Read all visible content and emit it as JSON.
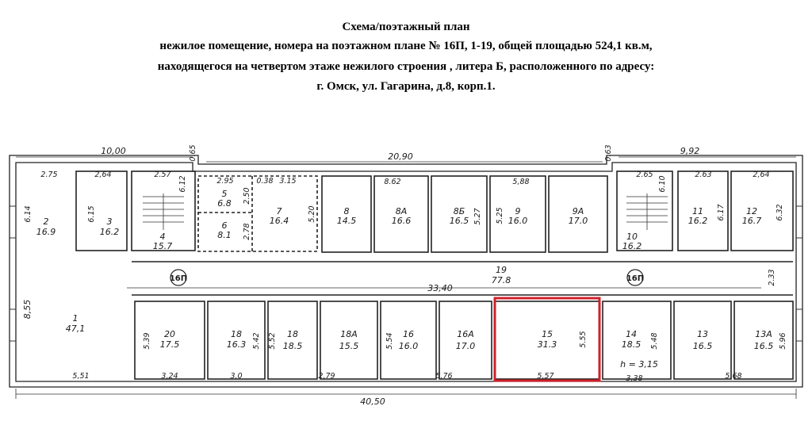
{
  "title": {
    "line1": "Схема/поэтажный план",
    "line2": "нежилое помещение, номера на поэтажном плане № 16П, 1-19, общей площадью 524,1 кв.м,",
    "line3": "находящегося на четвертом этаже нежилого строения , литера Б, расположенного по адресу:",
    "line4": "г. Омск, ул. Гагарина, д.8, корп.1."
  },
  "overall_dims": {
    "top_left": "10,00",
    "top_mid": "20,90",
    "top_right": "9,92",
    "bottom": "40,50",
    "corridor": "33,40",
    "left_side": "8,55"
  },
  "premise_label": "16П",
  "ceiling_height": "h = 3,15",
  "highlight_color": "#d0202a",
  "rooms": {
    "r2": {
      "num": "2",
      "area": "16.9"
    },
    "r3": {
      "num": "3",
      "area": "16.2"
    },
    "r4": {
      "num": "4",
      "area": "15.7"
    },
    "r5": {
      "num": "5",
      "area": "6.8"
    },
    "r6": {
      "num": "6",
      "area": "8.1"
    },
    "r7": {
      "num": "7",
      "area": "16.4"
    },
    "r8": {
      "num": "8",
      "area": "14.5"
    },
    "r8a": {
      "num": "8А",
      "area": "16.6"
    },
    "r8b": {
      "num": "8Б",
      "area": "16.5"
    },
    "r9": {
      "num": "9",
      "area": "16.0"
    },
    "r9a": {
      "num": "9А",
      "area": "17.0"
    },
    "r10": {
      "num": "10",
      "area": "16.2"
    },
    "r11": {
      "num": "11",
      "area": "16.2"
    },
    "r12": {
      "num": "12",
      "area": "16.7"
    },
    "r19": {
      "num": "19",
      "area": "77.8"
    },
    "r1": {
      "num": "1",
      "area": "47,1"
    },
    "r20": {
      "num": "20",
      "area": "17.5"
    },
    "r18a": {
      "num": "18",
      "area": "16.3"
    },
    "r18b": {
      "num": "18",
      "area": "18.5"
    },
    "r18c": {
      "num": "18А",
      "area": "15.5"
    },
    "r16a": {
      "num": "16",
      "area": "16.0"
    },
    "r16b": {
      "num": "16А",
      "area": "17.0"
    },
    "r15": {
      "num": "15",
      "area": "31.3"
    },
    "r14": {
      "num": "14",
      "area": "18.5"
    },
    "r13": {
      "num": "13",
      "area": "16.5"
    },
    "r13a": {
      "num": "13А",
      "area": "16.5"
    }
  },
  "dims": {
    "d275": "2.75",
    "d264a": "2,64",
    "d257": "2.57",
    "d612a": "6.12",
    "d295": "2.95",
    "d250": "2.50",
    "d278": "2.78",
    "d038": "0.38",
    "d315": "3.15",
    "d520": "5.20",
    "d862": "8.62",
    "d588": "5,88",
    "d527": "5.27",
    "d525": "5.25",
    "d265": "2.65",
    "d610": "6.10",
    "d263": "2.63",
    "d264b": "2,64",
    "d614": "6.14",
    "d615": "6.15",
    "d617": "6.17",
    "d632": "6.32",
    "d065a": "0.65",
    "d063": "0.63",
    "d233": "2.33",
    "d539": "5.39",
    "d542": "5.42",
    "d552": "5.52",
    "d554": "5.54",
    "d555": "5.55",
    "d548": "5.48",
    "d596": "5.96",
    "d551": "5,51",
    "d324": "3,24",
    "d30": "3,0",
    "d279": "2,79",
    "d576": "5,76",
    "d557": "5,57",
    "d338": "3,38",
    "d568": "5,68"
  }
}
